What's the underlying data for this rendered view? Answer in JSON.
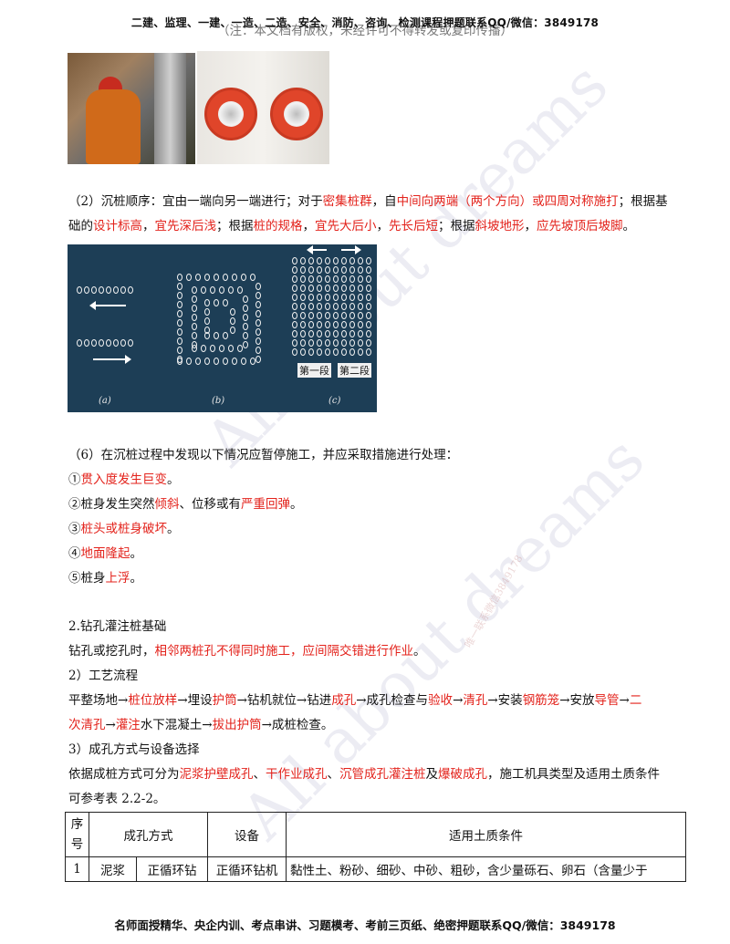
{
  "header": {
    "text": "二建、监理、一建、一造、二造、安全、消防、咨询、检测课程押题联系QQ/微信：3849178",
    "ghost": "（注：本文档有版权，未经许可不得转发或复印传播）"
  },
  "footer": {
    "text": "名师面授精华、央企内训、考点串讲、习题模考、考前三页纸、绝密押题联系QQ/微信：3849178"
  },
  "watermark": {
    "main": "All about dreams",
    "side": "唯一联系微信3849178"
  },
  "section_sequence": {
    "line1": [
      {
        "t": "（2）沉桩顺序：宜由一端向另一端进行；对于",
        "red": false
      },
      {
        "t": "密集桩群",
        "red": true
      },
      {
        "t": "，自",
        "red": false
      },
      {
        "t": "中间向两端（两个方向）或四周对称施打",
        "red": true
      },
      {
        "t": "；根据基",
        "red": false
      }
    ],
    "line2": [
      {
        "t": "础的",
        "red": false
      },
      {
        "t": "设计标高",
        "red": true
      },
      {
        "t": "，",
        "red": false
      },
      {
        "t": "宜先深后浅",
        "red": true
      },
      {
        "t": "；根据",
        "red": false
      },
      {
        "t": "桩的规格",
        "red": true
      },
      {
        "t": "，",
        "red": false
      },
      {
        "t": "宜先大后小",
        "red": true
      },
      {
        "t": "，",
        "red": false
      },
      {
        "t": "先长后短",
        "red": true
      },
      {
        "t": "；根据",
        "red": false
      },
      {
        "t": "斜坡地形",
        "red": true
      },
      {
        "t": "，",
        "red": false
      },
      {
        "t": "应先坡顶后坡脚",
        "red": true
      },
      {
        "t": "。",
        "red": false
      }
    ]
  },
  "diagram": {
    "label_a": "(a)",
    "label_b": "(b)",
    "label_c": "(c)",
    "seg1": "第一段",
    "seg2": "第二段"
  },
  "section_stop": {
    "intro": "（6）在沉桩过程中发现以下情况应暂停施工，并应采取措施进行处理：",
    "items": [
      [
        {
          "t": "①",
          "red": false
        },
        {
          "t": "贯入度发生巨变",
          "red": true
        },
        {
          "t": "。",
          "red": false
        }
      ],
      [
        {
          "t": "②桩身发生突然",
          "red": false
        },
        {
          "t": "倾斜",
          "red": true
        },
        {
          "t": "、位移或有",
          "red": false
        },
        {
          "t": "严重回弹",
          "red": true
        },
        {
          "t": "。",
          "red": false
        }
      ],
      [
        {
          "t": "③",
          "red": false
        },
        {
          "t": "桩头或桩身破坏",
          "red": true
        },
        {
          "t": "。",
          "red": false
        }
      ],
      [
        {
          "t": "④",
          "red": false
        },
        {
          "t": "地面隆起",
          "red": true
        },
        {
          "t": "。",
          "red": false
        }
      ],
      [
        {
          "t": "⑤桩身",
          "red": false
        },
        {
          "t": "上浮",
          "red": true
        },
        {
          "t": "。",
          "red": false
        }
      ]
    ]
  },
  "section_bored": {
    "title": "2.钻孔灌注桩基础",
    "line1": [
      {
        "t": "钻孔或挖孔时，",
        "red": false
      },
      {
        "t": "相邻两桩孔不得同时施工，应间隔交错进行作业",
        "red": true
      },
      {
        "t": "。",
        "red": false
      }
    ],
    "sub_title": "2）工艺流程",
    "flow1": [
      {
        "t": "平整场地→",
        "red": false
      },
      {
        "t": "桩位放样",
        "red": true
      },
      {
        "t": "→埋设",
        "red": false
      },
      {
        "t": "护筒",
        "red": true
      },
      {
        "t": "→钻机就位→钻进",
        "red": false
      },
      {
        "t": "成孔",
        "red": true
      },
      {
        "t": "→成孔检查与",
        "red": false
      },
      {
        "t": "验收",
        "red": true
      },
      {
        "t": "→",
        "red": false
      },
      {
        "t": "清孔",
        "red": true
      },
      {
        "t": "→安装",
        "red": false
      },
      {
        "t": "钢筋笼",
        "red": true
      },
      {
        "t": "→安放",
        "red": false
      },
      {
        "t": "导管",
        "red": true
      },
      {
        "t": "→",
        "red": false
      },
      {
        "t": "二",
        "red": true
      }
    ],
    "flow2": [
      {
        "t": "次清孔",
        "red": true
      },
      {
        "t": "→",
        "red": false
      },
      {
        "t": "灌注",
        "red": true
      },
      {
        "t": "水下混凝土→",
        "red": false
      },
      {
        "t": "拔出护筒",
        "red": true
      },
      {
        "t": "→成桩检查。",
        "red": false
      }
    ],
    "sub_title2": "3）成孔方式与设备选择",
    "method1": [
      {
        "t": "依据成桩方式可分为",
        "red": false
      },
      {
        "t": "泥浆护壁成孔",
        "red": true
      },
      {
        "t": "、",
        "red": false
      },
      {
        "t": "干作业成孔",
        "red": true
      },
      {
        "t": "、",
        "red": false
      },
      {
        "t": "沉管成孔灌注桩",
        "red": true
      },
      {
        "t": "及",
        "red": false
      },
      {
        "t": "爆破成孔",
        "red": true
      },
      {
        "t": "，施工机具类型及适用土质条件",
        "red": false
      }
    ],
    "method2": "可参考表 2.2-2。"
  },
  "table": {
    "headers": {
      "no_a": "序",
      "no_b": "号",
      "method": "成孔方式",
      "equipment": "设备",
      "soil": "适用土质条件"
    },
    "row1": {
      "no": "1",
      "cat": "泥浆",
      "method": "正循环钻",
      "equipment": "正循环钻机",
      "soil": "黏性土、粉砂、细砂、中砂、粗砂，含少量砾石、卵石（含量少于"
    }
  }
}
